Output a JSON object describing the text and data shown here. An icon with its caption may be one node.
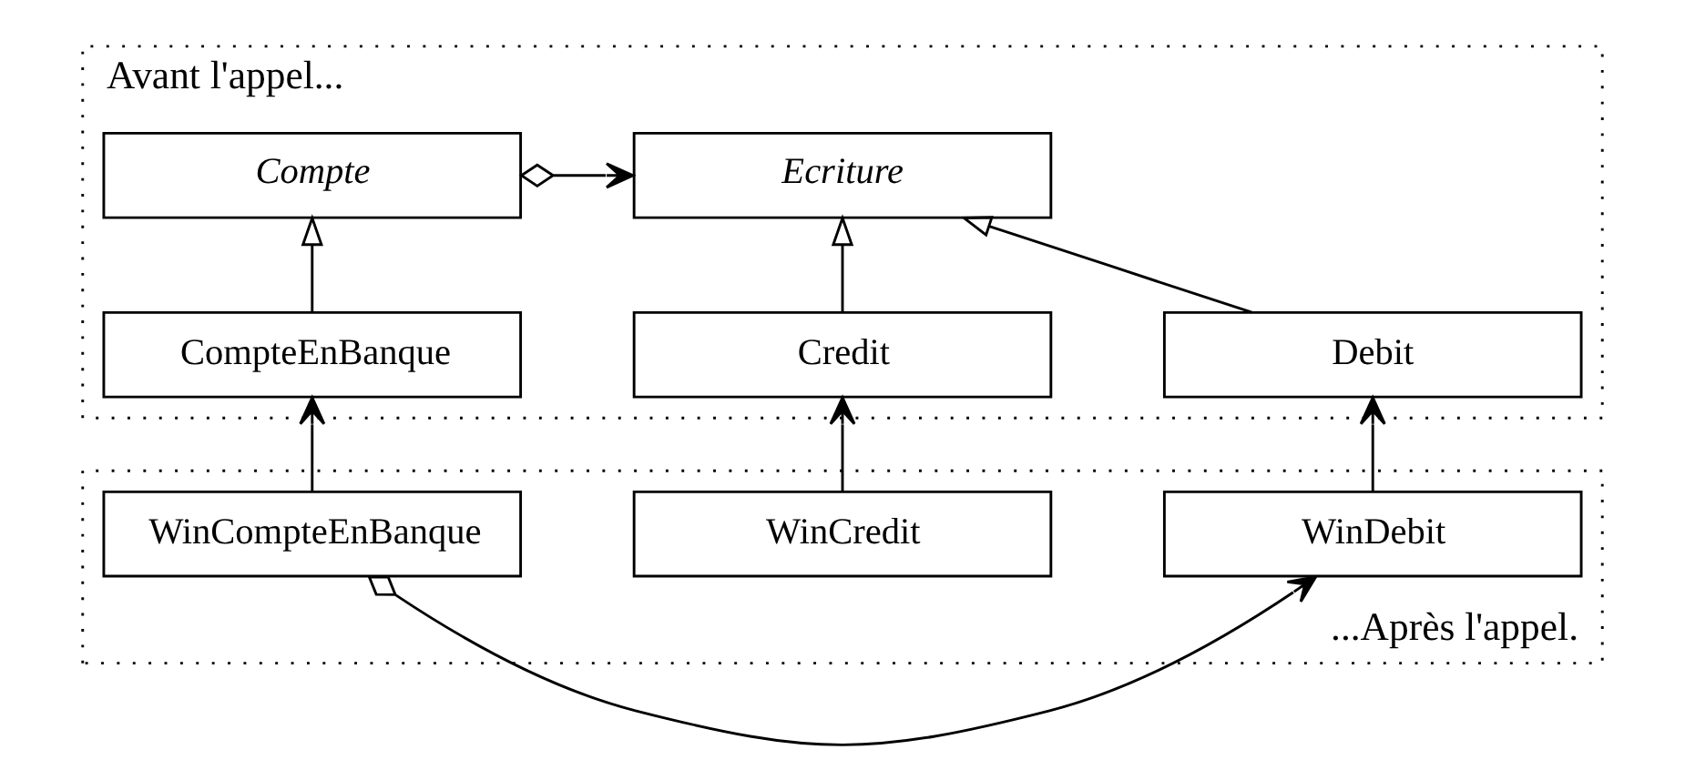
{
  "diagram": {
    "nodes": [
      {
        "text": [
          "Avant l'appel..."
        ]
      },
      {
        "text": [
          "Compte"
        ],
        "in": 0
      },
      {
        "text": [
          "Ecriture"
        ],
        "in": 0
      },
      {
        "text": [
          "CompteEnBanque"
        ],
        "in": 0
      },
      {
        "text": [
          "Debit"
        ],
        "in": 0
      },
      {
        "text": [
          "Credit"
        ],
        "in": 0
      },
      {
        "text": [
          "...Après l'appel."
        ]
      },
      {
        "text": [
          "WinCompteEnBanque"
        ],
        "in": 6
      },
      {
        "text": [
          "WinDebit"
        ],
        "in": 6
      },
      {
        "text": [
          "WinCredit"
        ],
        "in": 6
      }
    ],
    "edges": [
      {
        "from": 1,
        "to": 2,
        "arrow": "to"
      },
      {
        "from": 3,
        "to": 1,
        "arrow": "to"
      },
      {
        "from": 4,
        "to": 2,
        "arrow": "to"
      },
      {
        "from": 5,
        "to": 2,
        "arrow": "to"
      },
      {
        "from": 7,
        "to": 3,
        "arrow": "to"
      },
      {
        "from": 8,
        "to": 4,
        "arrow": "to"
      },
      {
        "from": 9,
        "to": 5,
        "arrow": "to"
      },
      {
        "from": 7,
        "to": 8,
        "arrow": "to"
      }
    ]
  }
}
